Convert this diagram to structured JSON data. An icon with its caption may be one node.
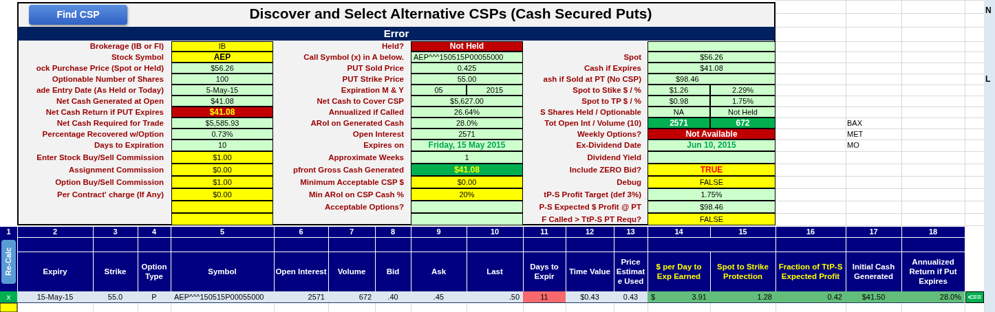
{
  "diagram": {
    "title": "Discover and Select Alternative CSPs (Cash Secured Puts)",
    "labels": [
      "Find CSP",
      "Error",
      "Brokerage (IB or FI)",
      "IB",
      "Held?",
      "Not Held",
      "Stock Symbol",
      "AEP",
      "Call Symbol  (x) in A below.",
      "AEP^^^150515P00055000",
      "Spot",
      "$56.26",
      "ock Purchase Price (Spot or Held)",
      "$56.26",
      "PUT Sold Price",
      "0.425",
      "Cash if Expires",
      "$41.08",
      "Optionable Number of Shares",
      "100",
      "PUT Strike Price",
      "55.00",
      "ash if Sold at PT (No CSP)",
      "$98.46",
      "ade Entry Date (As Held or Today)",
      "5-May-15",
      "Expiration M & Y",
      "05",
      "2015",
      "Spot to Stike $ / %",
      "$1.26",
      "2.29%",
      "Net Cash Generated at Open",
      "$41.08",
      "Net Cash to Cover CSP",
      "$5,627.00",
      "Spot to TP $ / %",
      "$0.98",
      "1.75%",
      "Net Cash Return if PUT Expires",
      "$41.08",
      "Annualized if Called",
      "26.64%",
      "S Shares Held / Optionable",
      "NA",
      "Not Held",
      "Net Cash Required for Trade",
      "$5,585.93",
      "ARoI on Generated Cash",
      "28.0%",
      "Tot Open Int / Volume (10)",
      "2571",
      "672",
      "Percentage Recovered w/Option",
      "0.73%",
      "Open Interest",
      "2571",
      "Weekly Options?",
      "Not Available",
      "Days to Expiration",
      "10",
      "Expires on",
      "Friday, 15 May 2015",
      "Ex-Dividend Date",
      "Jun 10, 2015",
      "Enter Stock Buy/Sell Commission",
      "$1.00",
      "Approximate Weeks",
      "1",
      "Dividend Yield",
      "Assignment Commission",
      "$0.00",
      "pfront Gross Cash Generated",
      "$41.08",
      "Include ZERO Bid?",
      "TRUE",
      "Option Buy/Sell Commission",
      "$1.00",
      "Minimum Acceptable CSP $",
      "$0.00",
      "Debug",
      "FALSE",
      "Per Contract' charge (If Any)",
      "$0.00",
      "Min ARoI on CSP Cash %",
      "20%",
      "tP-S Profit Target (def 3%)",
      "1.75%",
      "Acceptable Options?",
      "P-S Expected $ Profit @ PT",
      "$98.46",
      "F Called > TtP-S PT Requ?",
      "FALSE",
      "N",
      "L",
      "BAX",
      "MET",
      "MO",
      "1",
      "2",
      "3",
      "4",
      "5",
      "6",
      "7",
      "8",
      "9",
      "10",
      "11",
      "12",
      "13",
      "14",
      "15",
      "16",
      "17",
      "18",
      "Re-Calc",
      "Expiry",
      "Strike",
      "Option Type",
      "Symbol",
      "Open Interest",
      "Volume",
      "Bid",
      "Ask",
      "Last",
      "Days to Expir",
      "Time Value",
      "Price Estimate Used",
      "$ per Day to Exp Earned",
      "Spot to Strike Protection",
      "Fraction of TtP-S Expected Profit",
      "Initial Cash Generated",
      "Annualized Return if Put Expires",
      "x",
      "15-May-15",
      "55.0",
      "P",
      "AEP^^^150515P00055000",
      "2571",
      "672",
      ".40",
      ".45",
      ".50",
      "11",
      "$0.43",
      "0.43",
      "$",
      "3.91",
      "1.28",
      "0.42",
      "$41.50",
      "28.0%",
      "<=="
    ]
  }
}
